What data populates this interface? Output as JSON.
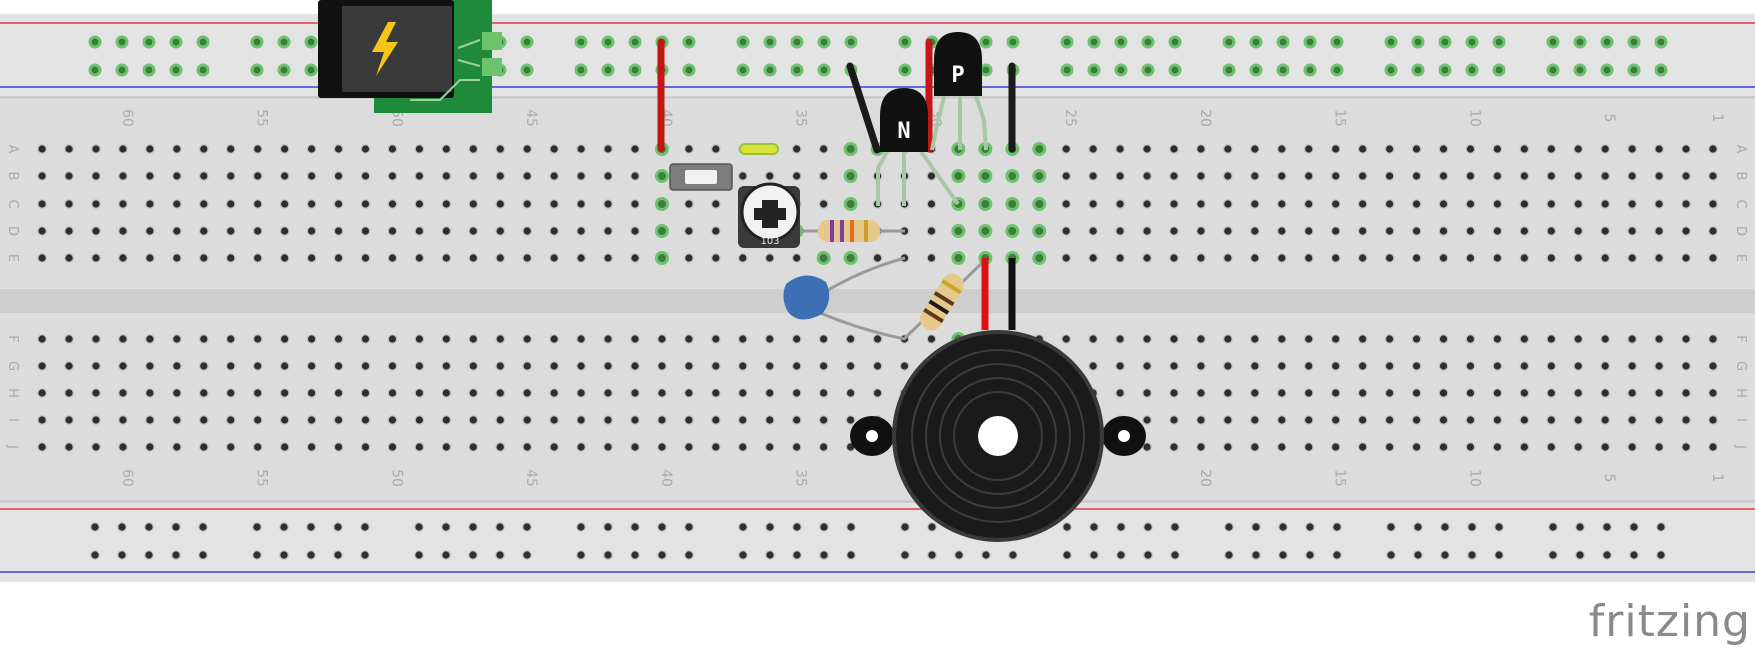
{
  "app": {
    "brand": "fritzing"
  },
  "breadboard": {
    "column_numbers": [
      "60",
      "55",
      "50",
      "45",
      "40",
      "35",
      "30",
      "25",
      "20",
      "15",
      "10",
      "5",
      "1"
    ],
    "column_values": [
      60,
      55,
      50,
      45,
      40,
      35,
      30,
      25,
      20,
      15,
      10,
      5,
      1
    ],
    "row_letters_top": [
      "A",
      "B",
      "C",
      "D",
      "E"
    ],
    "row_letters_bottom": [
      "F",
      "G",
      "H",
      "I",
      "J"
    ],
    "colors": {
      "board": "#dedede",
      "trench": "#cfcfcf",
      "hole": "#2e2e2e",
      "hole_active": "#6dc36d",
      "rail_positive": "#e23c3c",
      "rail_negative": "#3b43d9",
      "label": "#aaaaaa"
    }
  },
  "components": {
    "transistor_npn": {
      "mark": "N"
    },
    "transistor_pnp": {
      "mark": "P"
    },
    "trimmer_pot": {
      "mark": "103"
    }
  },
  "icons": {
    "power_jack": "lightning-bolt-icon"
  }
}
